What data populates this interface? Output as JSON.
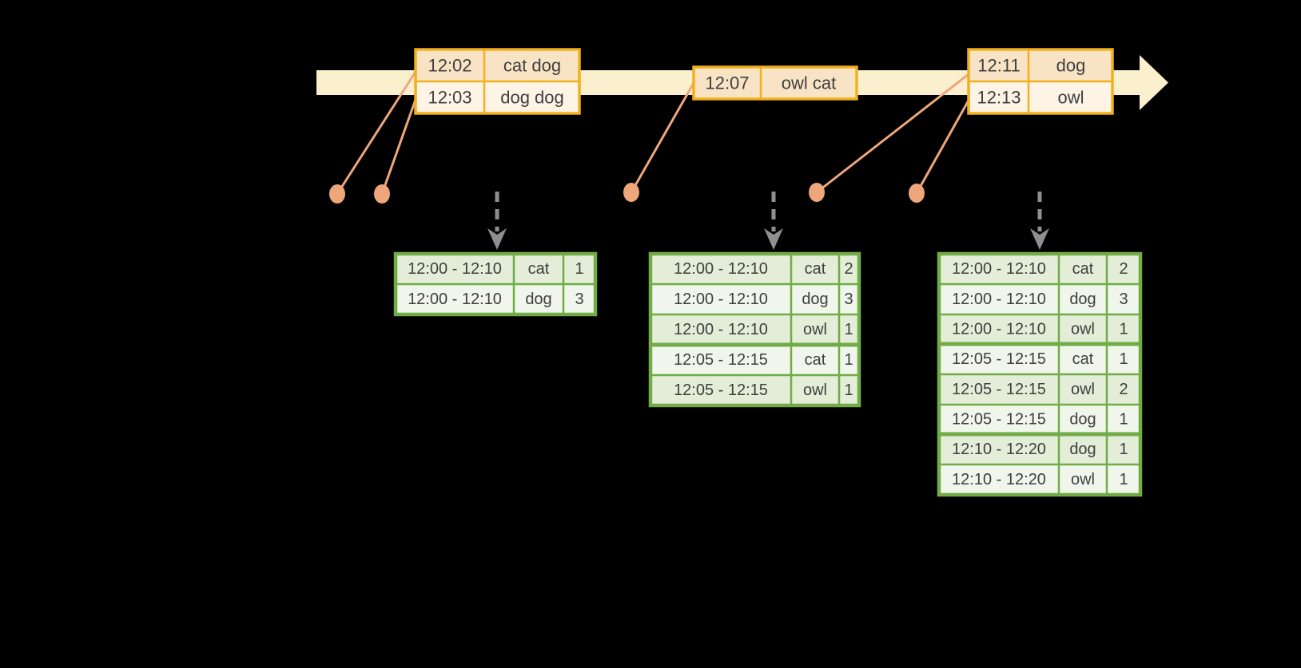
{
  "colors": {
    "background": "#000000",
    "band": "#FBF0CE",
    "event_border": "#F2B01D",
    "event_fill_dark": "#F9E3C5",
    "event_fill_light": "#FDF4E6",
    "connector": "#EDA77A",
    "trigger": "#8F8F8F",
    "result_border": "#71AC47",
    "result_fill_dark": "#E3EDD8",
    "result_fill_light": "#F1F6EC",
    "text": "#3F3F3F"
  },
  "icons": {
    "timeline_arrow": "right-arrow",
    "trigger_arrow": "dashed-down-arrow",
    "event_marker": "dot"
  },
  "event_tables": [
    {
      "rows": [
        {
          "time": "12:02",
          "words": "cat dog"
        },
        {
          "time": "12:03",
          "words": "dog dog"
        }
      ]
    },
    {
      "rows": [
        {
          "time": "12:07",
          "words": "owl cat"
        }
      ]
    },
    {
      "rows": [
        {
          "time": "12:11",
          "words": "dog"
        },
        {
          "time": "12:13",
          "words": "owl"
        }
      ]
    }
  ],
  "result_tables": [
    {
      "rows": [
        {
          "window": "12:00 - 12:10",
          "word": "cat",
          "count": "1"
        },
        {
          "window": "12:00 - 12:10",
          "word": "dog",
          "count": "3"
        }
      ]
    },
    {
      "rows": [
        {
          "window": "12:00 - 12:10",
          "word": "cat",
          "count": "2"
        },
        {
          "window": "12:00 - 12:10",
          "word": "dog",
          "count": "3"
        },
        {
          "window": "12:00 - 12:10",
          "word": "owl",
          "count": "1"
        },
        {
          "window": "12:05 - 12:15",
          "word": "cat",
          "count": "1"
        },
        {
          "window": "12:05 - 12:15",
          "word": "owl",
          "count": "1"
        }
      ]
    },
    {
      "rows": [
        {
          "window": "12:00 - 12:10",
          "word": "cat",
          "count": "2"
        },
        {
          "window": "12:00 - 12:10",
          "word": "dog",
          "count": "3"
        },
        {
          "window": "12:00 - 12:10",
          "word": "owl",
          "count": "1"
        },
        {
          "window": "12:05 - 12:15",
          "word": "cat",
          "count": "1"
        },
        {
          "window": "12:05 - 12:15",
          "word": "owl",
          "count": "2"
        },
        {
          "window": "12:05 - 12:15",
          "word": "dog",
          "count": "1"
        },
        {
          "window": "12:10 - 12:20",
          "word": "dog",
          "count": "1"
        },
        {
          "window": "12:10 - 12:20",
          "word": "owl",
          "count": "1"
        }
      ]
    }
  ]
}
